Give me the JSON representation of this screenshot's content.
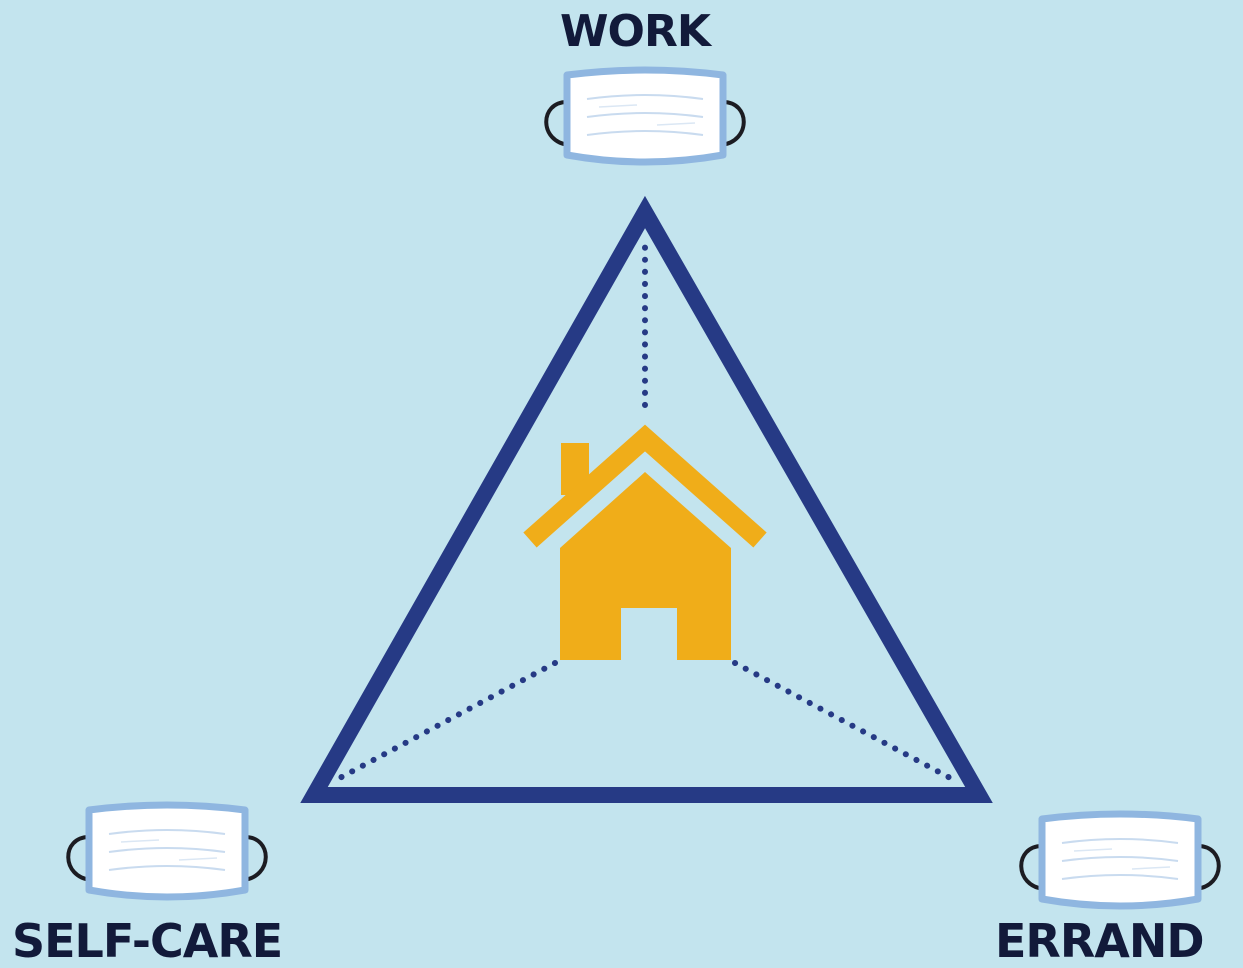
{
  "labels": {
    "top": "WORK",
    "bottom_left": "SELF-CARE",
    "bottom_right": "ERRAND"
  },
  "icons": {
    "center": "house-icon",
    "top": "face-mask-icon",
    "bottom_left": "face-mask-icon",
    "bottom_right": "face-mask-icon"
  },
  "colors": {
    "background": "#c3e4ee",
    "triangle": "#263a85",
    "house": "#f0ad19",
    "label_text": "#121a3a",
    "mask_fill": "#ffffff",
    "mask_trim": "#8fb6e0",
    "mask_strap": "#1c1c22"
  }
}
